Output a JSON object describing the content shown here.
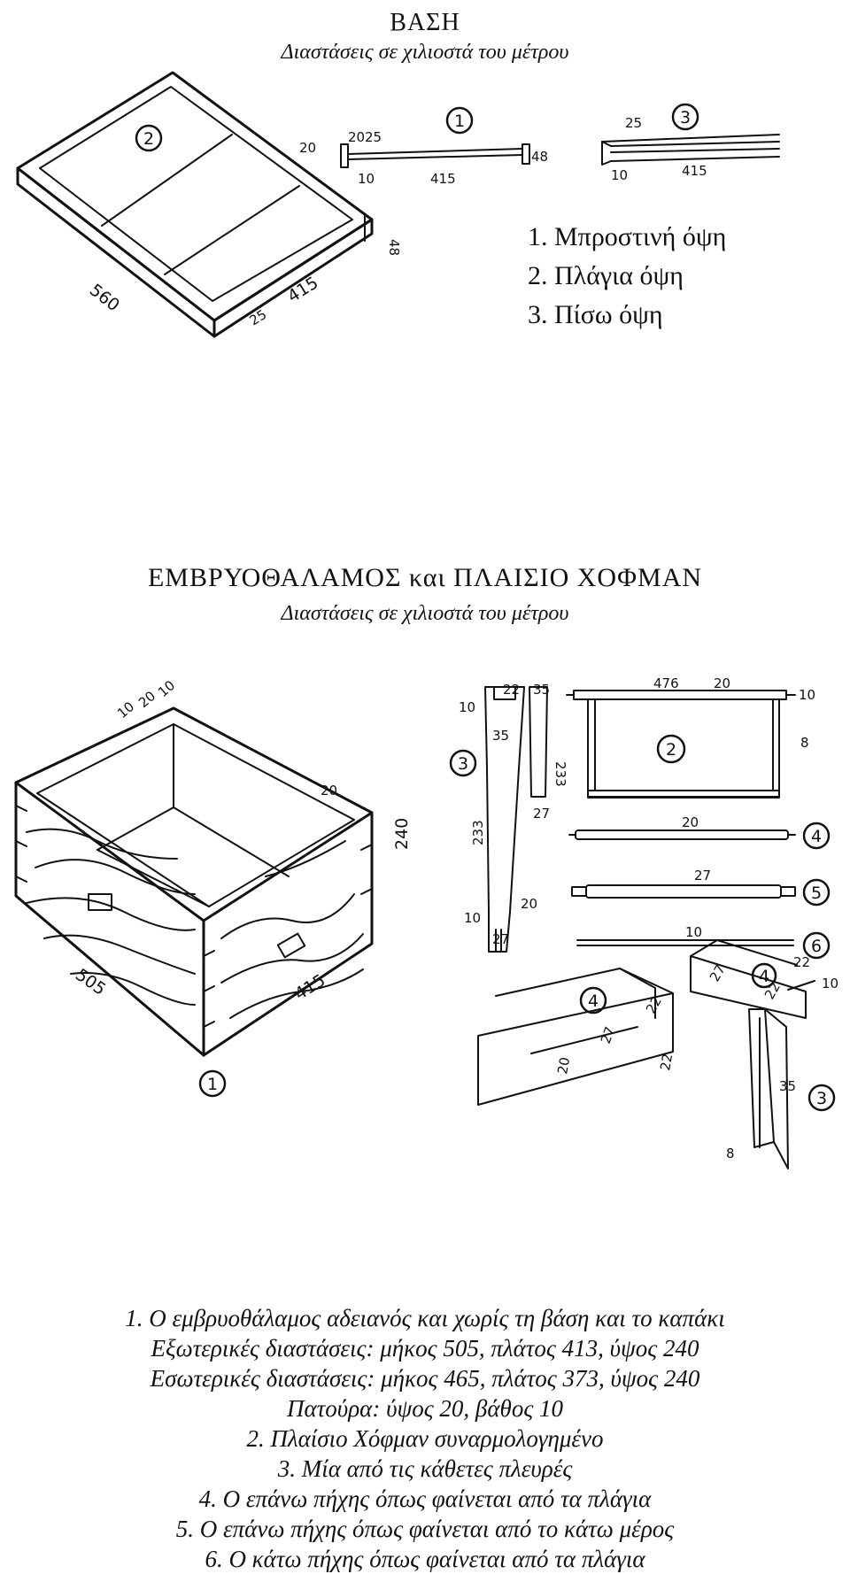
{
  "base": {
    "title": "ΒΑΣΗ",
    "subtitle": "Διαστάσεις σε χιλιοστά του μέτρου",
    "legend": [
      "1. Μπροστινή όψη",
      "2. Πλάγια όψη",
      "3. Πίσω όψη"
    ],
    "markers": [
      "1",
      "2",
      "3"
    ],
    "dims": {
      "d20": "20",
      "d25": "25",
      "d415": "415",
      "d48": "48",
      "d10": "10",
      "d560": "560",
      "d415b": "415",
      "d25b": "25"
    }
  },
  "hive": {
    "title": "ΕΜΒΡΥΟΘΑΛΑΜΟΣ και ΠΛΑΙΣΙΟ ΧΟΦΜΑΝ",
    "subtitle": "Διαστάσεις σε χιλιοστά του μέτρου",
    "markers": [
      "1",
      "2",
      "3",
      "4",
      "5",
      "6"
    ],
    "dims": {
      "box_10a": "10",
      "box_20": "20",
      "box_10b": "10",
      "box_20r": "20",
      "box_240": "240",
      "box_505": "505",
      "box_415": "415",
      "bar_22": "22",
      "bar_35": "35",
      "bar_35b": "35",
      "bar_10": "10",
      "bar_233": "233",
      "bar_20": "20",
      "bar_27": "27",
      "bar_10b": "10",
      "bar_233b": "233",
      "bar_27b": "27",
      "frame_476": "476",
      "frame_20": "20",
      "frame_10": "10",
      "frame_8": "8",
      "rod4_20": "20",
      "rod5_27": "27",
      "rod6_10": "10",
      "d1_27": "27",
      "d1_20": "20",
      "d1_22": "22",
      "d1_22b": "22",
      "d2_27": "27",
      "d2_22": "22",
      "d2_22b": "22",
      "d2_10": "10",
      "d2_35": "35",
      "d2_8": "8"
    }
  },
  "notes": [
    "1. Ο εμβρυοθάλαμος αδειανός και χωρίς τη βάση και το καπάκι",
    "Εξωτερικές διαστάσεις: μήκος 505, πλάτος 413, ύψος 240",
    "Εσωτερικές διαστάσεις: μήκος 465, πλάτος 373, ύψος 240",
    "Πατούρα: ύψος 20, βάθος 10",
    "2. Πλαίσιο Χόφμαν συναρμολογημένο",
    "3. Μία από τις κάθετες πλευρές",
    "4. Ο επάνω πήχης όπως φαίνεται από τα πλάγια",
    "5. Ο επάνω πήχης όπως φαίνεται από το κάτω μέρος",
    "6. Ο κάτω πήχης όπως φαίνεται από τα πλάγια"
  ]
}
